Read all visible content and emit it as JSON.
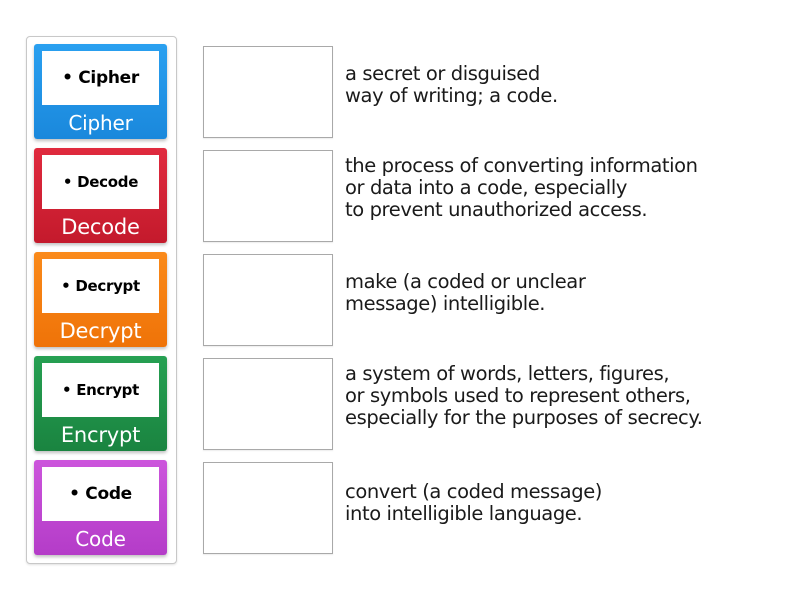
{
  "activity": {
    "type": "match-up",
    "cards": [
      {
        "id": "cipher",
        "inner_text": "• Cipher",
        "label": "Cipher",
        "color": "#2196e8"
      },
      {
        "id": "decode",
        "inner_text": "• Decode",
        "label": "Decode",
        "color": "#d21f34"
      },
      {
        "id": "decrypt",
        "inner_text": "• Decrypt",
        "label": "Decrypt",
        "color": "#f57c0e"
      },
      {
        "id": "encrypt",
        "inner_text": "• Encrypt",
        "label": "Encrypt",
        "color": "#1f8f45"
      },
      {
        "id": "code",
        "inner_text": "• Code",
        "label": "Code",
        "color": "#c044d2"
      }
    ],
    "rows": [
      {
        "definition": "a secret or disguised\nway of writing; a code."
      },
      {
        "definition": "the process of converting information\nor data into a code, especially\nto prevent unauthorized access."
      },
      {
        "definition": "make (a coded or unclear\nmessage) intelligible."
      },
      {
        "definition": "a system of words, letters, figures,\nor symbols used to represent others,\nespecially for the purposes of secrecy."
      },
      {
        "definition": "convert (a coded message)\ninto intelligible language."
      }
    ]
  }
}
